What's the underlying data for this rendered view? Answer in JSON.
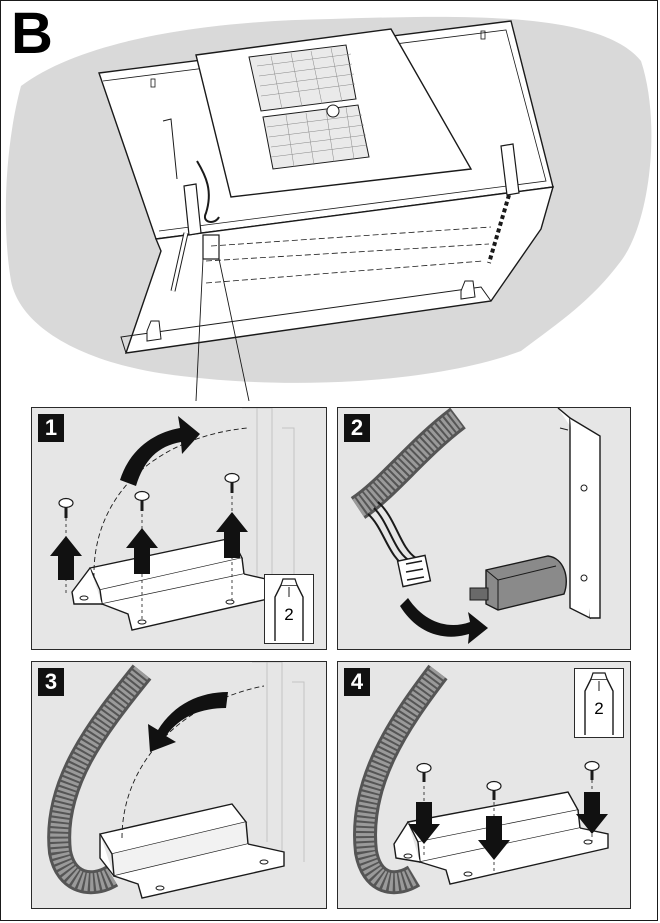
{
  "figure": {
    "section_letter": "B",
    "steps": [
      {
        "number": "1",
        "tool_size": "2"
      },
      {
        "number": "2"
      },
      {
        "number": "3"
      },
      {
        "number": "4",
        "tool_size": "2"
      }
    ],
    "colors": {
      "panel_bg": "#e6e6e6",
      "background_blob": "#d9d9d9",
      "line": "#1a1a1a",
      "badge": "#111111",
      "connector_body": "#8a8a8a"
    },
    "icons": [
      "screwdriver-bit-icon",
      "arrow-up-icon",
      "arrow-down-icon",
      "curved-arrow-icon",
      "screw-icon"
    ]
  }
}
